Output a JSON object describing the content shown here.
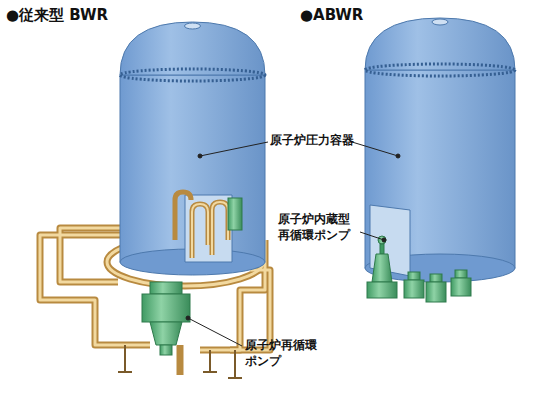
{
  "diagram": {
    "labels": [
      "●従来型 BWR",
      "●ABWR",
      "原子炉圧力容器",
      "原子炉内蔵型 再循環ポンプ",
      "原子炉再循環 ポンプ"
    ]
  }
}
